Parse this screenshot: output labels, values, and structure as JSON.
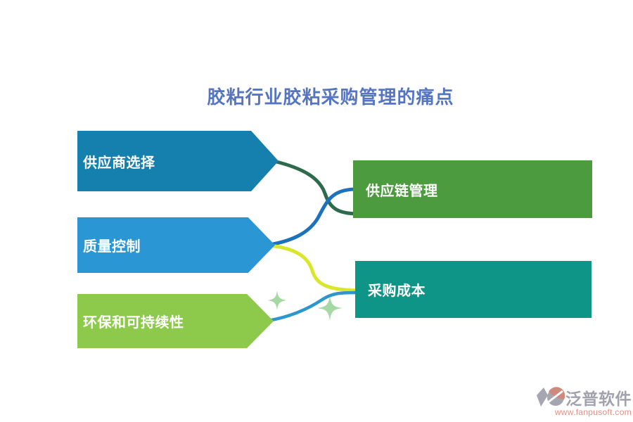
{
  "title": {
    "text": "胶粘行业胶粘采购管理的痛点",
    "color": "#5575C1"
  },
  "left_items": [
    {
      "label": "供应商选择",
      "color": "#1580AD",
      "shape": "arrow-right"
    },
    {
      "label": "质量控制",
      "color": "#2B96D4",
      "shape": "arrow-right"
    },
    {
      "label": "环保和可持续性",
      "color": "#8DC94B",
      "shape": "arrow-right"
    }
  ],
  "right_items": [
    {
      "label": "供应链管理",
      "color": "#4D9B3F",
      "shape": "rectangle"
    },
    {
      "label": "采购成本",
      "color": "#0E9588",
      "shape": "rectangle"
    }
  ],
  "connectors": [
    {
      "from": "供应商选择",
      "to": "供应链管理",
      "color": "#2E6B4D"
    },
    {
      "from": "质量控制",
      "to": "供应链管理",
      "color": "#1D72BE"
    },
    {
      "from": "质量控制",
      "to": "采购成本",
      "color": "#D8E72B"
    },
    {
      "from": "环保和可持续性",
      "to": "采购成本",
      "color": "#2D96CD"
    }
  ],
  "decorations": {
    "sparkle_color": "#A5D8A2",
    "sparkle_count": 2
  },
  "watermark": {
    "brand": "泛普软件",
    "url": "www.fanpusoft.com",
    "text_color": "#A2A2AE",
    "accent_color": "#E08F86"
  }
}
